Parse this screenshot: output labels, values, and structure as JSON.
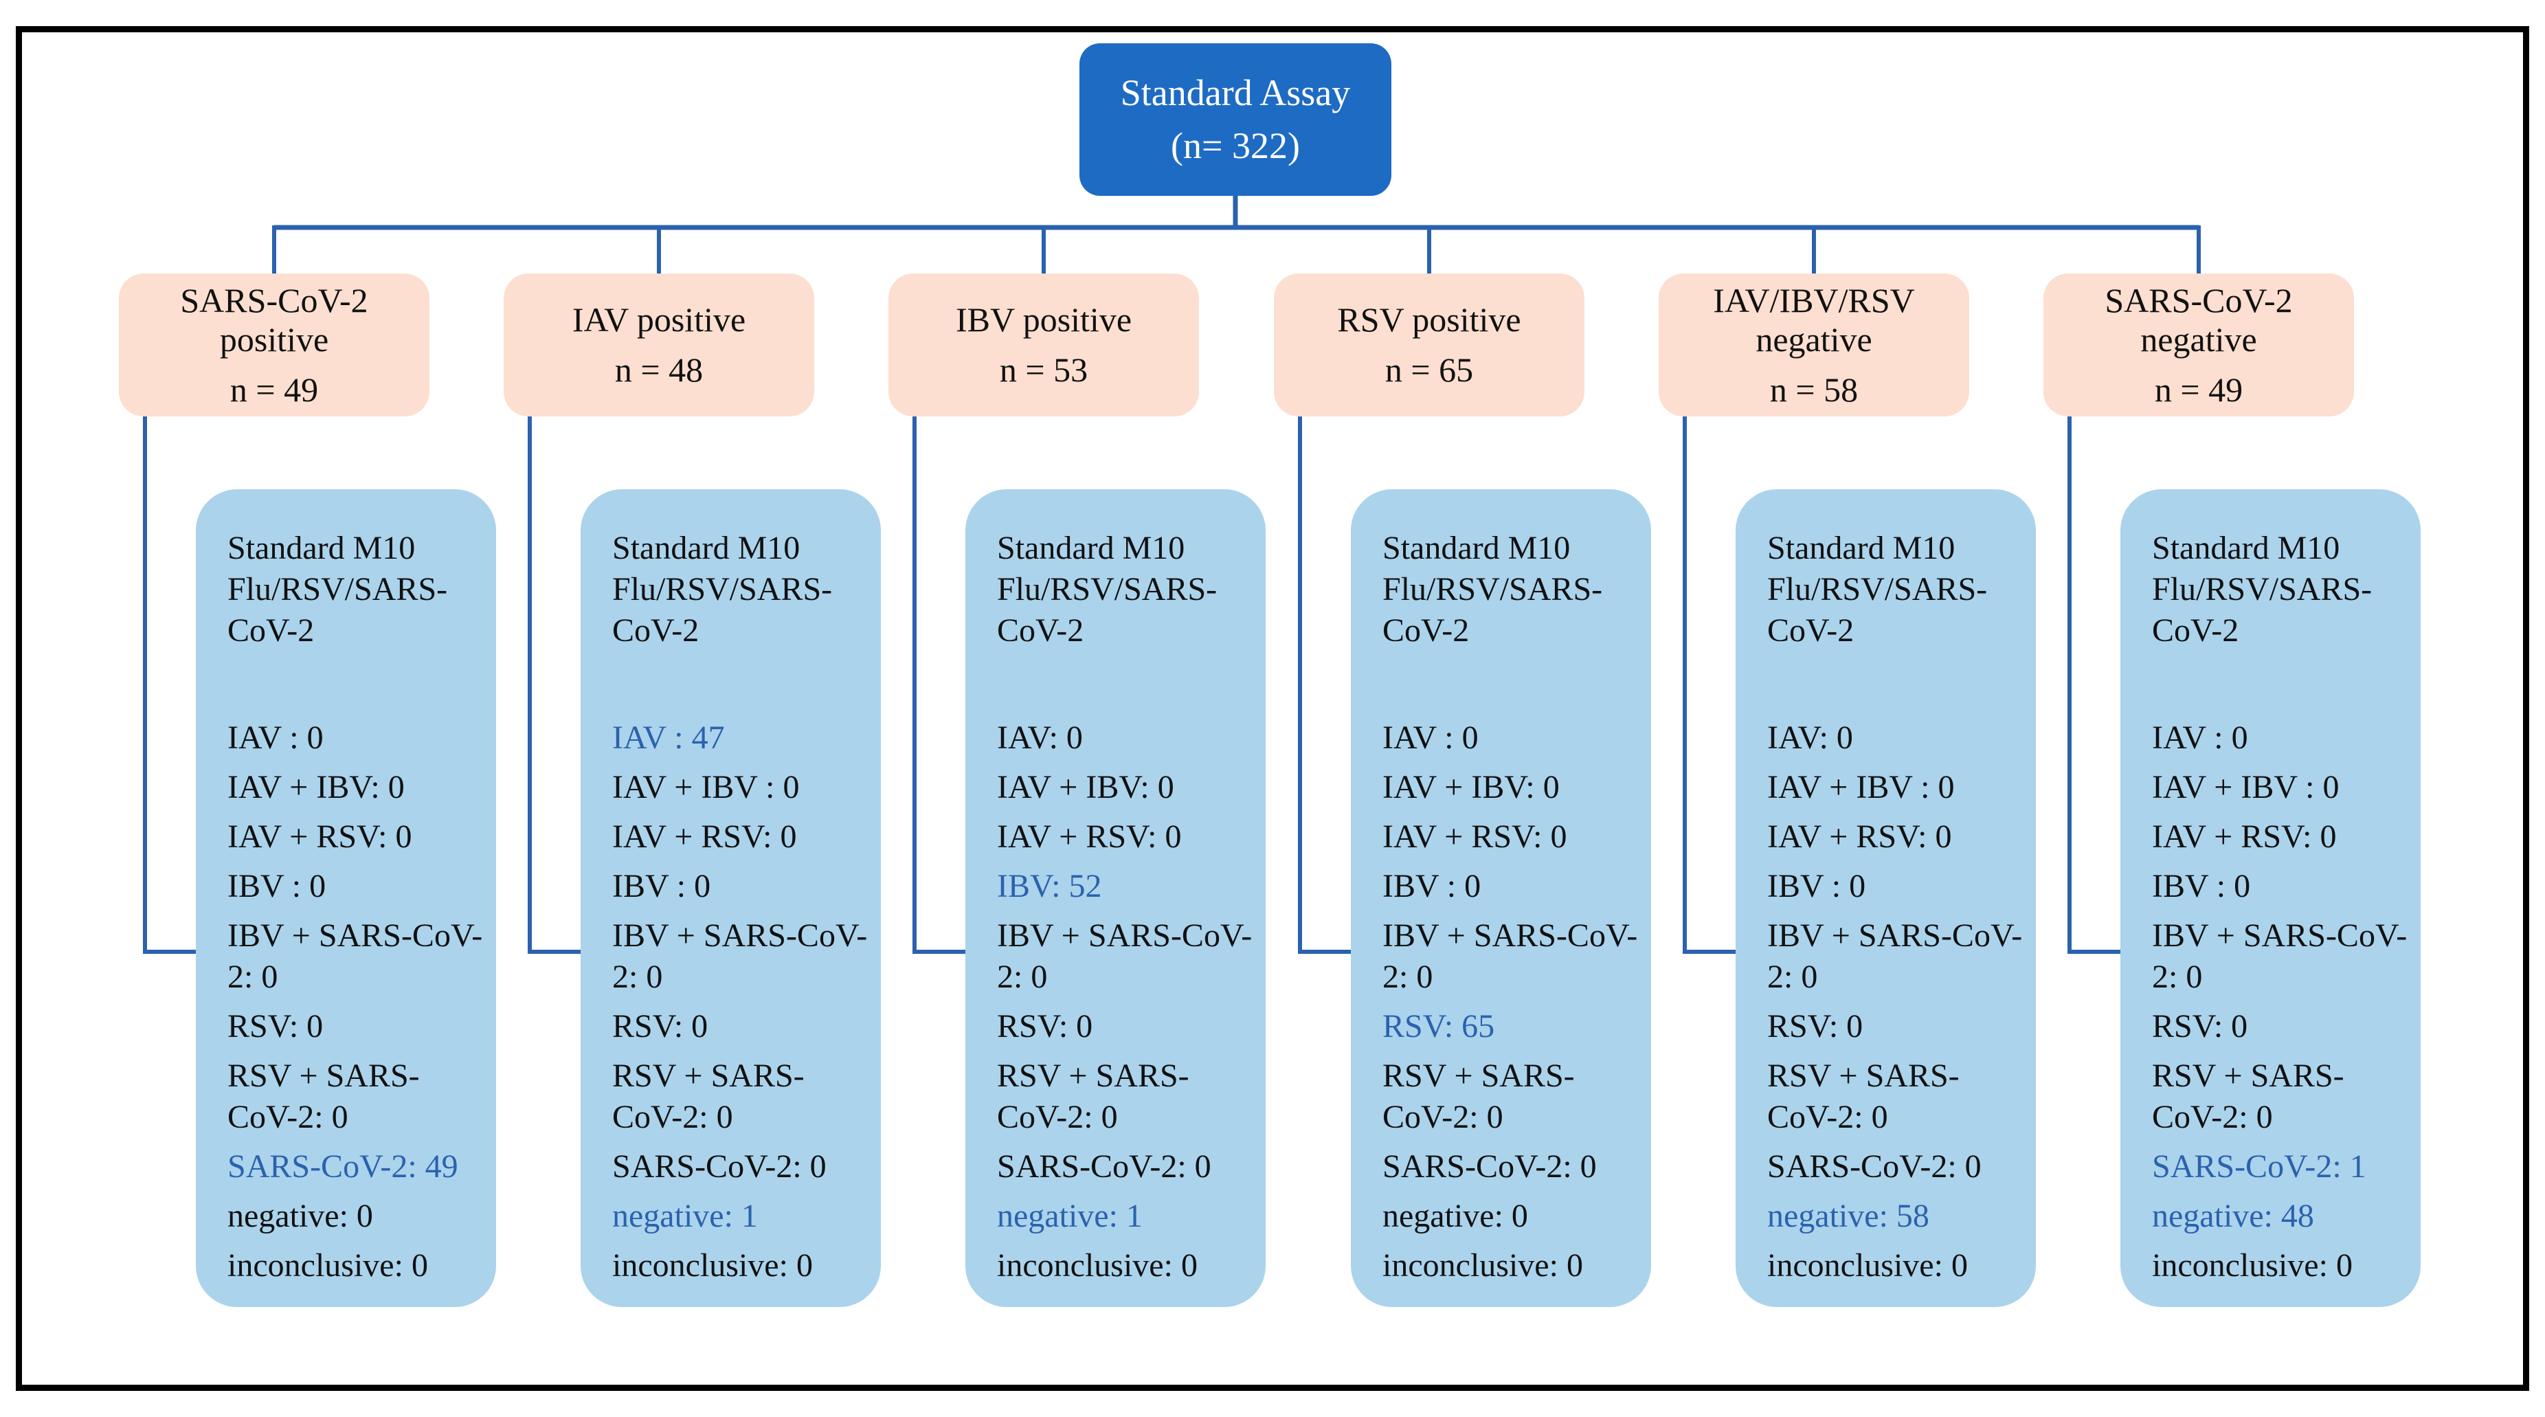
{
  "root": {
    "line1": "Standard Assay",
    "line2": "(n= 322)"
  },
  "columns": [
    {
      "header": "SARS-CoV-2 positive",
      "n_label": "n = 49",
      "assay_title": "Standard M10 Flu/RSV/SARS-CoV-2",
      "results": [
        {
          "text": "IAV : 0",
          "highlight": false
        },
        {
          "text": "IAV + IBV: 0",
          "highlight": false
        },
        {
          "text": "IAV + RSV: 0",
          "highlight": false
        },
        {
          "text": "IBV : 0",
          "highlight": false
        },
        {
          "text": "IBV + SARS-CoV-2: 0",
          "highlight": false
        },
        {
          "text": "RSV: 0",
          "highlight": false
        },
        {
          "text": "RSV + SARS-CoV-2: 0",
          "highlight": false
        },
        {
          "text": "SARS-CoV-2: 49",
          "highlight": true
        },
        {
          "text": "negative: 0",
          "highlight": false
        },
        {
          "text": "inconclusive: 0",
          "highlight": false
        }
      ]
    },
    {
      "header": "IAV positive",
      "n_label": "n = 48",
      "assay_title": "Standard M10 Flu/RSV/SARS-CoV-2",
      "results": [
        {
          "text": "IAV : 47",
          "highlight": true
        },
        {
          "text": "IAV + IBV : 0",
          "highlight": false
        },
        {
          "text": "IAV + RSV: 0",
          "highlight": false
        },
        {
          "text": "IBV : 0",
          "highlight": false
        },
        {
          "text": "IBV + SARS-CoV-2: 0",
          "highlight": false
        },
        {
          "text": "RSV: 0",
          "highlight": false
        },
        {
          "text": "RSV + SARS-CoV-2: 0",
          "highlight": false
        },
        {
          "text": "SARS-CoV-2: 0",
          "highlight": false
        },
        {
          "text": "negative: 1",
          "highlight": true
        },
        {
          "text": "inconclusive: 0",
          "highlight": false
        }
      ]
    },
    {
      "header": "IBV  positive",
      "n_label": "n = 53",
      "assay_title": "Standard M10 Flu/RSV/SARS-CoV-2",
      "results": [
        {
          "text": "IAV: 0",
          "highlight": false
        },
        {
          "text": "IAV + IBV: 0",
          "highlight": false
        },
        {
          "text": "IAV + RSV: 0",
          "highlight": false
        },
        {
          "text": "IBV: 52",
          "highlight": true
        },
        {
          "text": "IBV + SARS-CoV-2: 0",
          "highlight": false
        },
        {
          "text": "RSV: 0",
          "highlight": false
        },
        {
          "text": "RSV + SARS-CoV-2: 0",
          "highlight": false
        },
        {
          "text": "SARS-CoV-2: 0",
          "highlight": false
        },
        {
          "text": "negative: 1",
          "highlight": true
        },
        {
          "text": "inconclusive: 0",
          "highlight": false
        }
      ]
    },
    {
      "header": "RSV  positive",
      "n_label": "n = 65",
      "assay_title": "Standard M10 Flu/RSV/SARS-CoV-2",
      "results": [
        {
          "text": "IAV : 0",
          "highlight": false
        },
        {
          "text": "IAV + IBV: 0",
          "highlight": false
        },
        {
          "text": "IAV + RSV: 0",
          "highlight": false
        },
        {
          "text": "IBV : 0",
          "highlight": false
        },
        {
          "text": "IBV + SARS-CoV-2: 0",
          "highlight": false
        },
        {
          "text": "RSV: 65",
          "highlight": true
        },
        {
          "text": "RSV + SARS-CoV-2: 0",
          "highlight": false
        },
        {
          "text": "SARS-CoV-2: 0",
          "highlight": false
        },
        {
          "text": "negative: 0",
          "highlight": false
        },
        {
          "text": "inconclusive: 0",
          "highlight": false
        }
      ]
    },
    {
      "header": "IAV/IBV/RSV negative",
      "n_label": "n = 58",
      "assay_title": "Standard M10 Flu/RSV/SARS-CoV-2",
      "results": [
        {
          "text": "IAV: 0",
          "highlight": false
        },
        {
          "text": "IAV + IBV : 0",
          "highlight": false
        },
        {
          "text": "IAV + RSV: 0",
          "highlight": false
        },
        {
          "text": "IBV : 0",
          "highlight": false
        },
        {
          "text": "IBV + SARS-CoV-2: 0",
          "highlight": false
        },
        {
          "text": "RSV: 0",
          "highlight": false
        },
        {
          "text": "RSV + SARS-CoV-2: 0",
          "highlight": false
        },
        {
          "text": "SARS-CoV-2: 0",
          "highlight": false
        },
        {
          "text": "negative: 58",
          "highlight": true
        },
        {
          "text": "inconclusive: 0",
          "highlight": false
        }
      ]
    },
    {
      "header": "SARS-CoV-2 negative",
      "n_label": "n = 49",
      "assay_title": "Standard M10 Flu/RSV/SARS-CoV-2",
      "results": [
        {
          "text": "IAV : 0",
          "highlight": false
        },
        {
          "text": "IAV + IBV : 0",
          "highlight": false
        },
        {
          "text": "IAV + RSV: 0",
          "highlight": false
        },
        {
          "text": "IBV : 0",
          "highlight": false
        },
        {
          "text": "IBV + SARS-CoV-2: 0",
          "highlight": false
        },
        {
          "text": "RSV: 0",
          "highlight": false
        },
        {
          "text": "RSV + SARS-CoV-2: 0",
          "highlight": false
        },
        {
          "text": "SARS-CoV-2: 1",
          "highlight": true
        },
        {
          "text": "negative: 48",
          "highlight": true
        },
        {
          "text": "inconclusive: 0",
          "highlight": false
        }
      ]
    }
  ],
  "colors": {
    "root_box": "#1e6bc4",
    "branch_box": "#fcdfd0",
    "detail_box": "#abd3ec",
    "connector": "#2b62ae",
    "highlight_text": "#2b62ae",
    "frame_border": "#000000"
  }
}
